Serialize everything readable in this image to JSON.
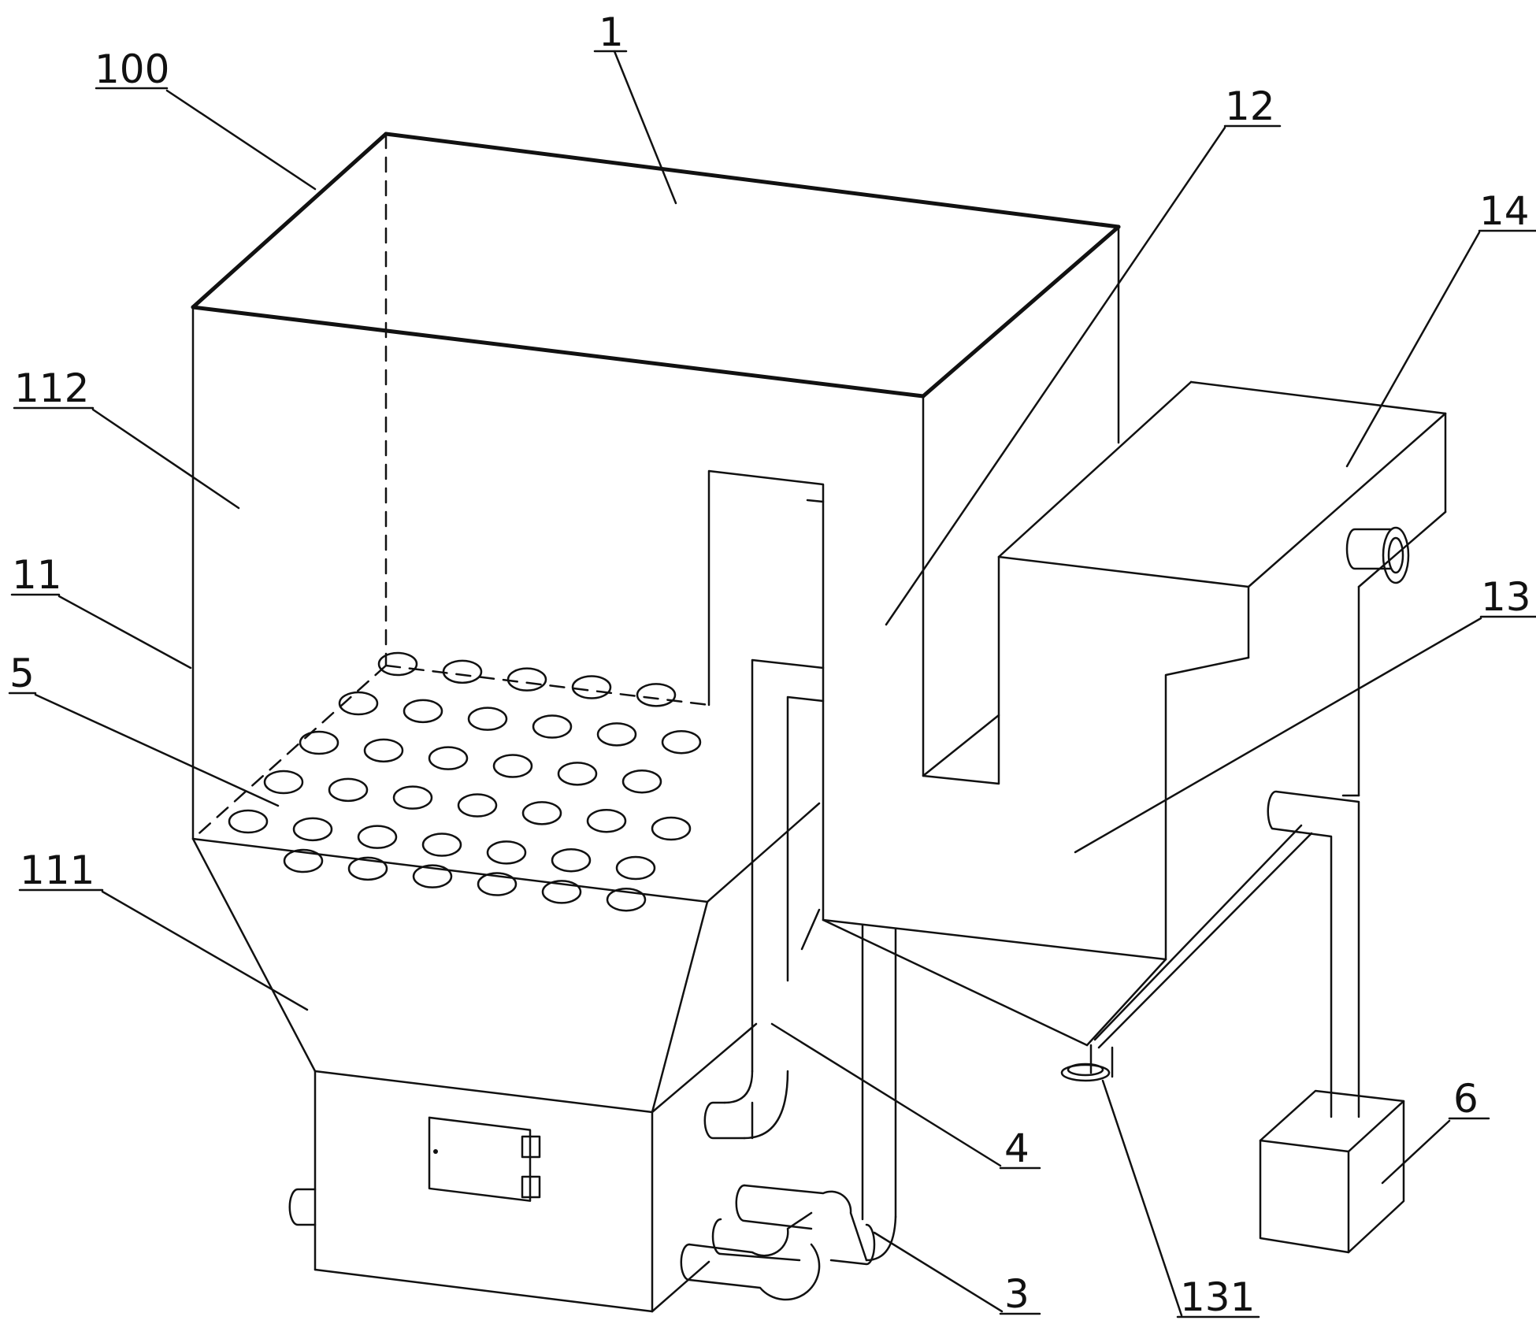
{
  "colors": {
    "line": "#111111",
    "background": "#ffffff"
  },
  "labels": {
    "l100": "100",
    "l1": "1",
    "l12": "12",
    "l14": "14",
    "l112": "112",
    "l11": "11",
    "l5": "5",
    "l13": "13",
    "l111": "111",
    "l4": "4",
    "l6": "6",
    "l3": "3",
    "l131": "131"
  }
}
